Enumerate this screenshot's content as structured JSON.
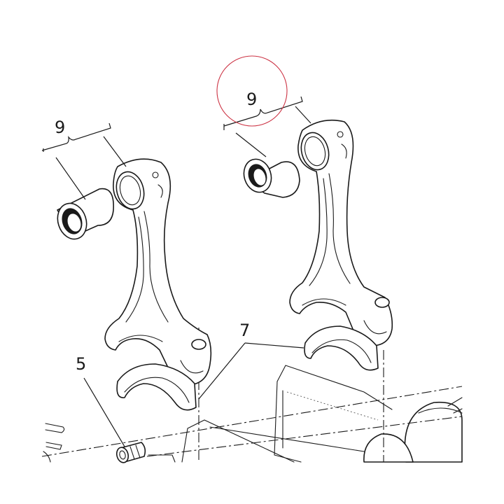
{
  "diagram": {
    "callouts": {
      "left_rod_set": "9",
      "right_rod_set": "9",
      "bearing_shell": "7",
      "bolt": "5"
    },
    "highlight_color": "#cc3344",
    "line_color": "#1a1a1a"
  }
}
